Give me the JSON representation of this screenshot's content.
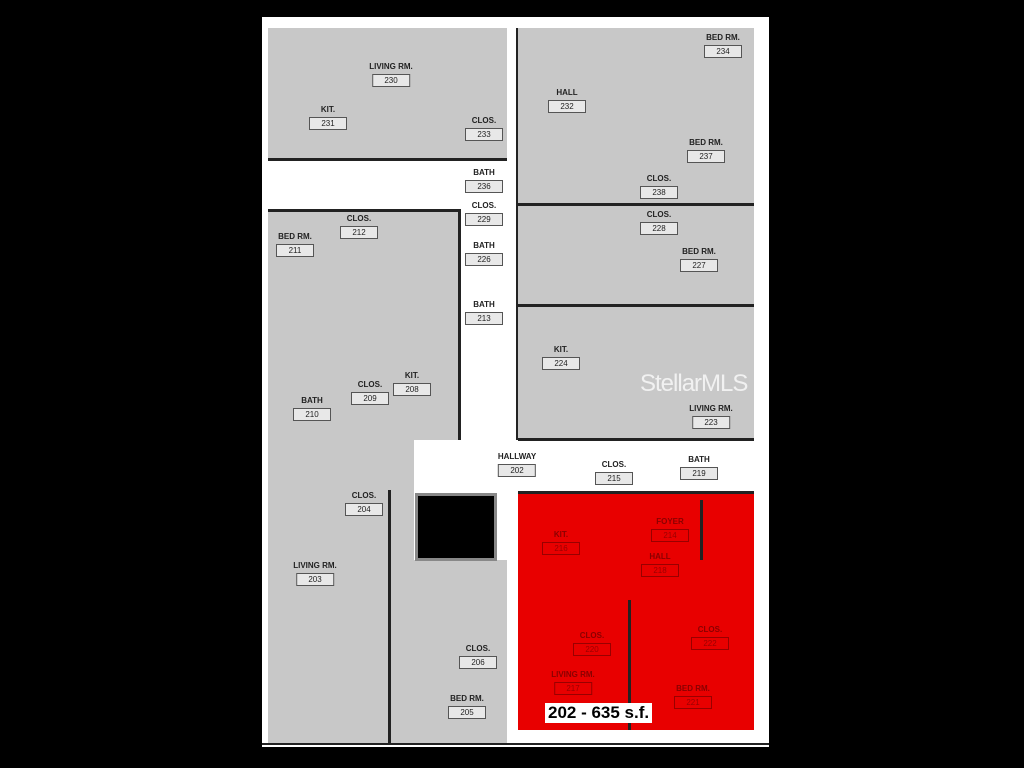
{
  "plan": {
    "area_label": "202 - 635 s.f.",
    "highlight_color": "#e80000",
    "watermark": "StellarMLS",
    "rooms": [
      {
        "name": "LIVING RM.",
        "number": "230"
      },
      {
        "name": "KIT.",
        "number": "231"
      },
      {
        "name": "CLOS.",
        "number": "233"
      },
      {
        "name": "HALL",
        "number": "232"
      },
      {
        "name": "BED RM.",
        "number": "234"
      },
      {
        "name": "BED RM.",
        "number": "237"
      },
      {
        "name": "CLOS.",
        "number": "238"
      },
      {
        "name": "CLOS.",
        "number": "228"
      },
      {
        "name": "BED RM.",
        "number": "227"
      },
      {
        "name": "BATH",
        "number": "236"
      },
      {
        "name": "CLOS.",
        "number": "229"
      },
      {
        "name": "BATH",
        "number": "226"
      },
      {
        "name": "BATH",
        "number": "213"
      },
      {
        "name": "CLOS.",
        "number": "212"
      },
      {
        "name": "BED RM.",
        "number": "211"
      },
      {
        "name": "BATH",
        "number": "210"
      },
      {
        "name": "CLOS.",
        "number": "209"
      },
      {
        "name": "KIT.",
        "number": "208"
      },
      {
        "name": "KIT.",
        "number": "224"
      },
      {
        "name": "LIVING RM.",
        "number": "223"
      },
      {
        "name": "HALLWAY",
        "number": "202"
      },
      {
        "name": "CLOS.",
        "number": "215"
      },
      {
        "name": "BATH",
        "number": "219"
      },
      {
        "name": "CLOS.",
        "number": "204"
      },
      {
        "name": "LIVING RM.",
        "number": "203"
      },
      {
        "name": "CLOS.",
        "number": "206"
      },
      {
        "name": "BED RM.",
        "number": "205"
      }
    ],
    "unit_rooms": [
      {
        "name": "KIT.",
        "number": "216"
      },
      {
        "name": "FOYER",
        "number": "214"
      },
      {
        "name": "HALL",
        "number": "218"
      },
      {
        "name": "CLOS.",
        "number": "220"
      },
      {
        "name": "CLOS.",
        "number": "222"
      },
      {
        "name": "LIVING RM.",
        "number": "217"
      },
      {
        "name": "BED RM.",
        "number": "221"
      }
    ]
  }
}
